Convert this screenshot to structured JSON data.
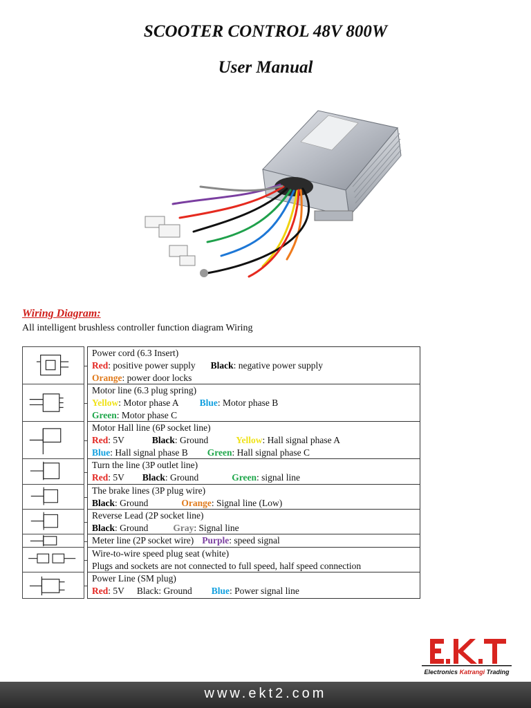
{
  "title": "SCOOTER CONTROL 48V  800W",
  "subtitle": "User Manual",
  "section_title": "Wiring Diagram:",
  "section_sub": "All intelligent brushless controller function diagram Wiring",
  "rows": [
    {
      "lines": [
        [
          {
            "t": "Power cord (6.3 Insert)"
          }
        ],
        [
          {
            "t": "Red",
            "c": "red",
            "k": 1
          },
          {
            "t": ": positive power supply"
          },
          {
            "gap": 22
          },
          {
            "t": "Black",
            "c": "black",
            "k": 1
          },
          {
            "t": ": negative power supply"
          }
        ],
        [
          {
            "t": "Orange",
            "c": "orange",
            "k": 1
          },
          {
            "t": ": power door locks"
          }
        ]
      ]
    },
    {
      "lines": [
        [
          {
            "t": "Motor line (6.3 plug spring)"
          }
        ],
        [
          {
            "t": "Yellow",
            "c": "yellow",
            "k": 1
          },
          {
            "t": ": Motor phase A"
          },
          {
            "gap": 30
          },
          {
            "t": "Blue",
            "c": "blue",
            "k": 1
          },
          {
            "t": ": Motor phase B"
          }
        ],
        [
          {
            "t": "Green",
            "c": "green",
            "k": 1
          },
          {
            "t": ": Motor phase C"
          }
        ]
      ]
    },
    {
      "lines": [
        [
          {
            "t": "Motor Hall line (6P socket line)"
          }
        ],
        [
          {
            "t": "Red",
            "c": "red",
            "k": 1
          },
          {
            "t": ": 5V"
          },
          {
            "gap": 40
          },
          {
            "t": "Black",
            "c": "black",
            "k": 1
          },
          {
            "t": ": Ground"
          },
          {
            "gap": 40
          },
          {
            "t": "Yellow",
            "c": "yellow",
            "k": 1
          },
          {
            "t": ": Hall signal phase A"
          }
        ],
        [
          {
            "t": "Blue",
            "c": "blue",
            "k": 1
          },
          {
            "t": ": Hall signal phase B"
          },
          {
            "gap": 28
          },
          {
            "t": "Green",
            "c": "green",
            "k": 1
          },
          {
            "t": ": Hall signal phase C"
          }
        ]
      ]
    },
    {
      "lines": [
        [
          {
            "t": "Turn the line (3P outlet line)"
          }
        ],
        [
          {
            "t": "Red",
            "c": "red",
            "k": 1
          },
          {
            "t": ": 5V"
          },
          {
            "gap": 26
          },
          {
            "t": "Black",
            "c": "black",
            "k": 1
          },
          {
            "t": ": Ground"
          },
          {
            "gap": 48
          },
          {
            "t": "Green",
            "c": "green",
            "k": 1
          },
          {
            "t": ": signal line"
          }
        ]
      ]
    },
    {
      "lines": [
        [
          {
            "t": "The brake lines (3P plug wire)"
          }
        ],
        [
          {
            "t": "Black",
            "c": "black",
            "k": 1
          },
          {
            "t": ": Ground"
          },
          {
            "gap": 48
          },
          {
            "t": "Orange",
            "c": "orange",
            "k": 1
          },
          {
            "t": ": Signal line (Low)"
          }
        ]
      ]
    },
    {
      "lines": [
        [
          {
            "t": "Reverse Lead (2P socket line)"
          }
        ],
        [
          {
            "t": "Black",
            "c": "black",
            "k": 1
          },
          {
            "t": ": Ground"
          },
          {
            "gap": 36
          },
          {
            "t": "Gray",
            "c": "gray",
            "k": 1
          },
          {
            "t": ": Signal line"
          }
        ]
      ]
    },
    {
      "lines": [
        [
          {
            "t": "Meter line (2P socket wire)"
          },
          {
            "gap": 12
          },
          {
            "t": "Purple",
            "c": "purple",
            "k": 1
          },
          {
            "t": ": speed signal"
          }
        ]
      ]
    },
    {
      "lines": [
        [
          {
            "t": "Wire-to-wire speed plug seat (white)"
          }
        ],
        [
          {
            "t": "Plugs and sockets are not connected to full speed, half speed connection"
          }
        ]
      ]
    },
    {
      "lines": [
        [
          {
            "t": "Power Line (SM plug)"
          }
        ],
        [
          {
            "t": "Red",
            "c": "red",
            "k": 1
          },
          {
            "t": ": 5V"
          },
          {
            "gap": 18
          },
          {
            "t": "Black: Ground"
          },
          {
            "gap": 28
          },
          {
            "t": "Blue",
            "c": "blue",
            "k": 1
          },
          {
            "t": ": Power signal line"
          }
        ]
      ]
    }
  ],
  "logo": {
    "letters": "E.K.T",
    "tagline_1": "Electronics",
    "tagline_2": "Katrangi",
    "tagline_3": "Trading"
  },
  "footer_url": "www.ekt2.com"
}
